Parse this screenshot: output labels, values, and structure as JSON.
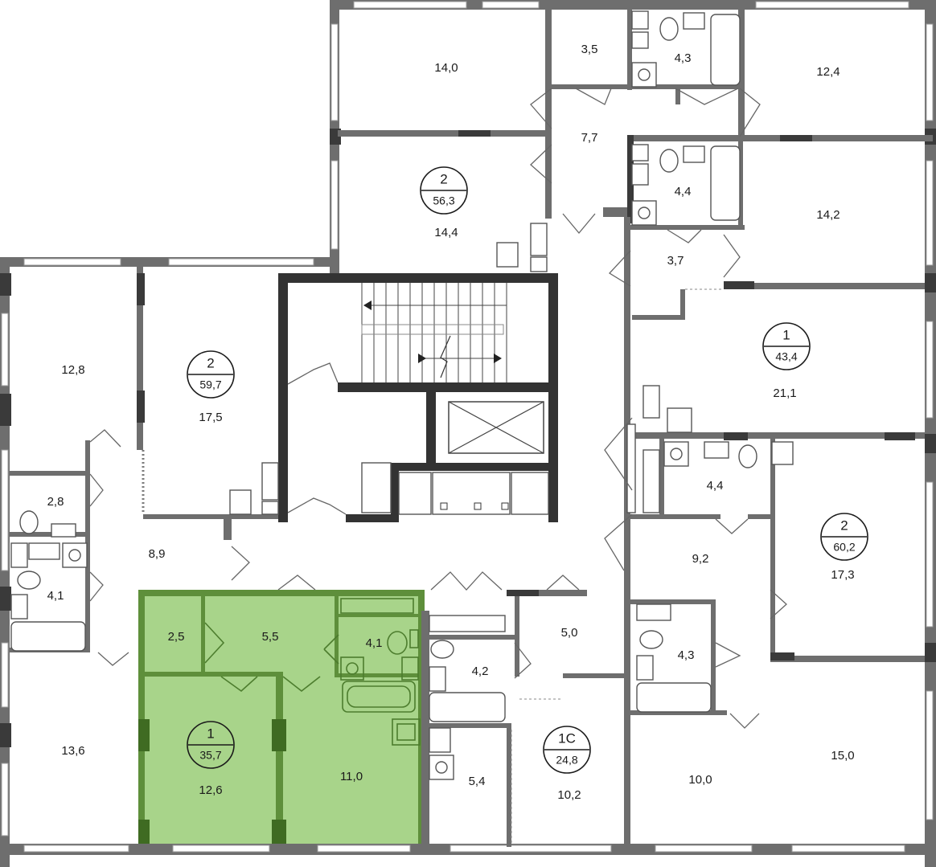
{
  "colors": {
    "highlight_fill": "#a8d48a",
    "highlight_wall": "#5e8f3b",
    "wall": "#6e6e6e",
    "wall_dark": "#3a3a3a",
    "background": "#ffffff"
  },
  "rooms": [
    {
      "id": "r140",
      "label": "14,0"
    },
    {
      "id": "r35",
      "label": "3,5"
    },
    {
      "id": "r43a",
      "label": "4,3"
    },
    {
      "id": "r124",
      "label": "12,4"
    },
    {
      "id": "r77",
      "label": "7,7"
    },
    {
      "id": "r144",
      "label": "14,4"
    },
    {
      "id": "r44a",
      "label": "4,4"
    },
    {
      "id": "r142",
      "label": "14,2"
    },
    {
      "id": "r37",
      "label": "3,7"
    },
    {
      "id": "r128",
      "label": "12,8"
    },
    {
      "id": "r175",
      "label": "17,5"
    },
    {
      "id": "r211",
      "label": "21,1"
    },
    {
      "id": "r28",
      "label": "2,8"
    },
    {
      "id": "r89",
      "label": "8,9"
    },
    {
      "id": "r44b",
      "label": "4,4"
    },
    {
      "id": "r41a",
      "label": "4,1"
    },
    {
      "id": "r92",
      "label": "9,2"
    },
    {
      "id": "r173",
      "label": "17,3"
    },
    {
      "id": "r25",
      "label": "2,5"
    },
    {
      "id": "r55",
      "label": "5,5"
    },
    {
      "id": "r41b",
      "label": "4,1"
    },
    {
      "id": "r50",
      "label": "5,0"
    },
    {
      "id": "r42",
      "label": "4,2"
    },
    {
      "id": "r43b",
      "label": "4,3"
    },
    {
      "id": "r136",
      "label": "13,6"
    },
    {
      "id": "r126",
      "label": "12,6"
    },
    {
      "id": "r110",
      "label": "11,0"
    },
    {
      "id": "r54",
      "label": "5,4"
    },
    {
      "id": "r102",
      "label": "10,2"
    },
    {
      "id": "r100",
      "label": "10,0"
    },
    {
      "id": "r150",
      "label": "15,0"
    }
  ],
  "apartments": [
    {
      "id": "a1",
      "rooms": "2",
      "area": "56,3",
      "highlighted": false
    },
    {
      "id": "a2",
      "rooms": "2",
      "area": "59,7",
      "highlighted": false
    },
    {
      "id": "a3",
      "rooms": "1",
      "area": "43,4",
      "highlighted": false
    },
    {
      "id": "a4",
      "rooms": "2",
      "area": "60,2",
      "highlighted": false
    },
    {
      "id": "a5",
      "rooms": "1",
      "area": "35,7",
      "highlighted": true
    },
    {
      "id": "a6",
      "rooms": "1С",
      "area": "24,8",
      "highlighted": false
    }
  ],
  "icons": [
    "stair-arrow-icon",
    "elevator-shaft-icon",
    "toilet-icon",
    "sink-icon",
    "bathtub-icon",
    "shower-icon"
  ]
}
